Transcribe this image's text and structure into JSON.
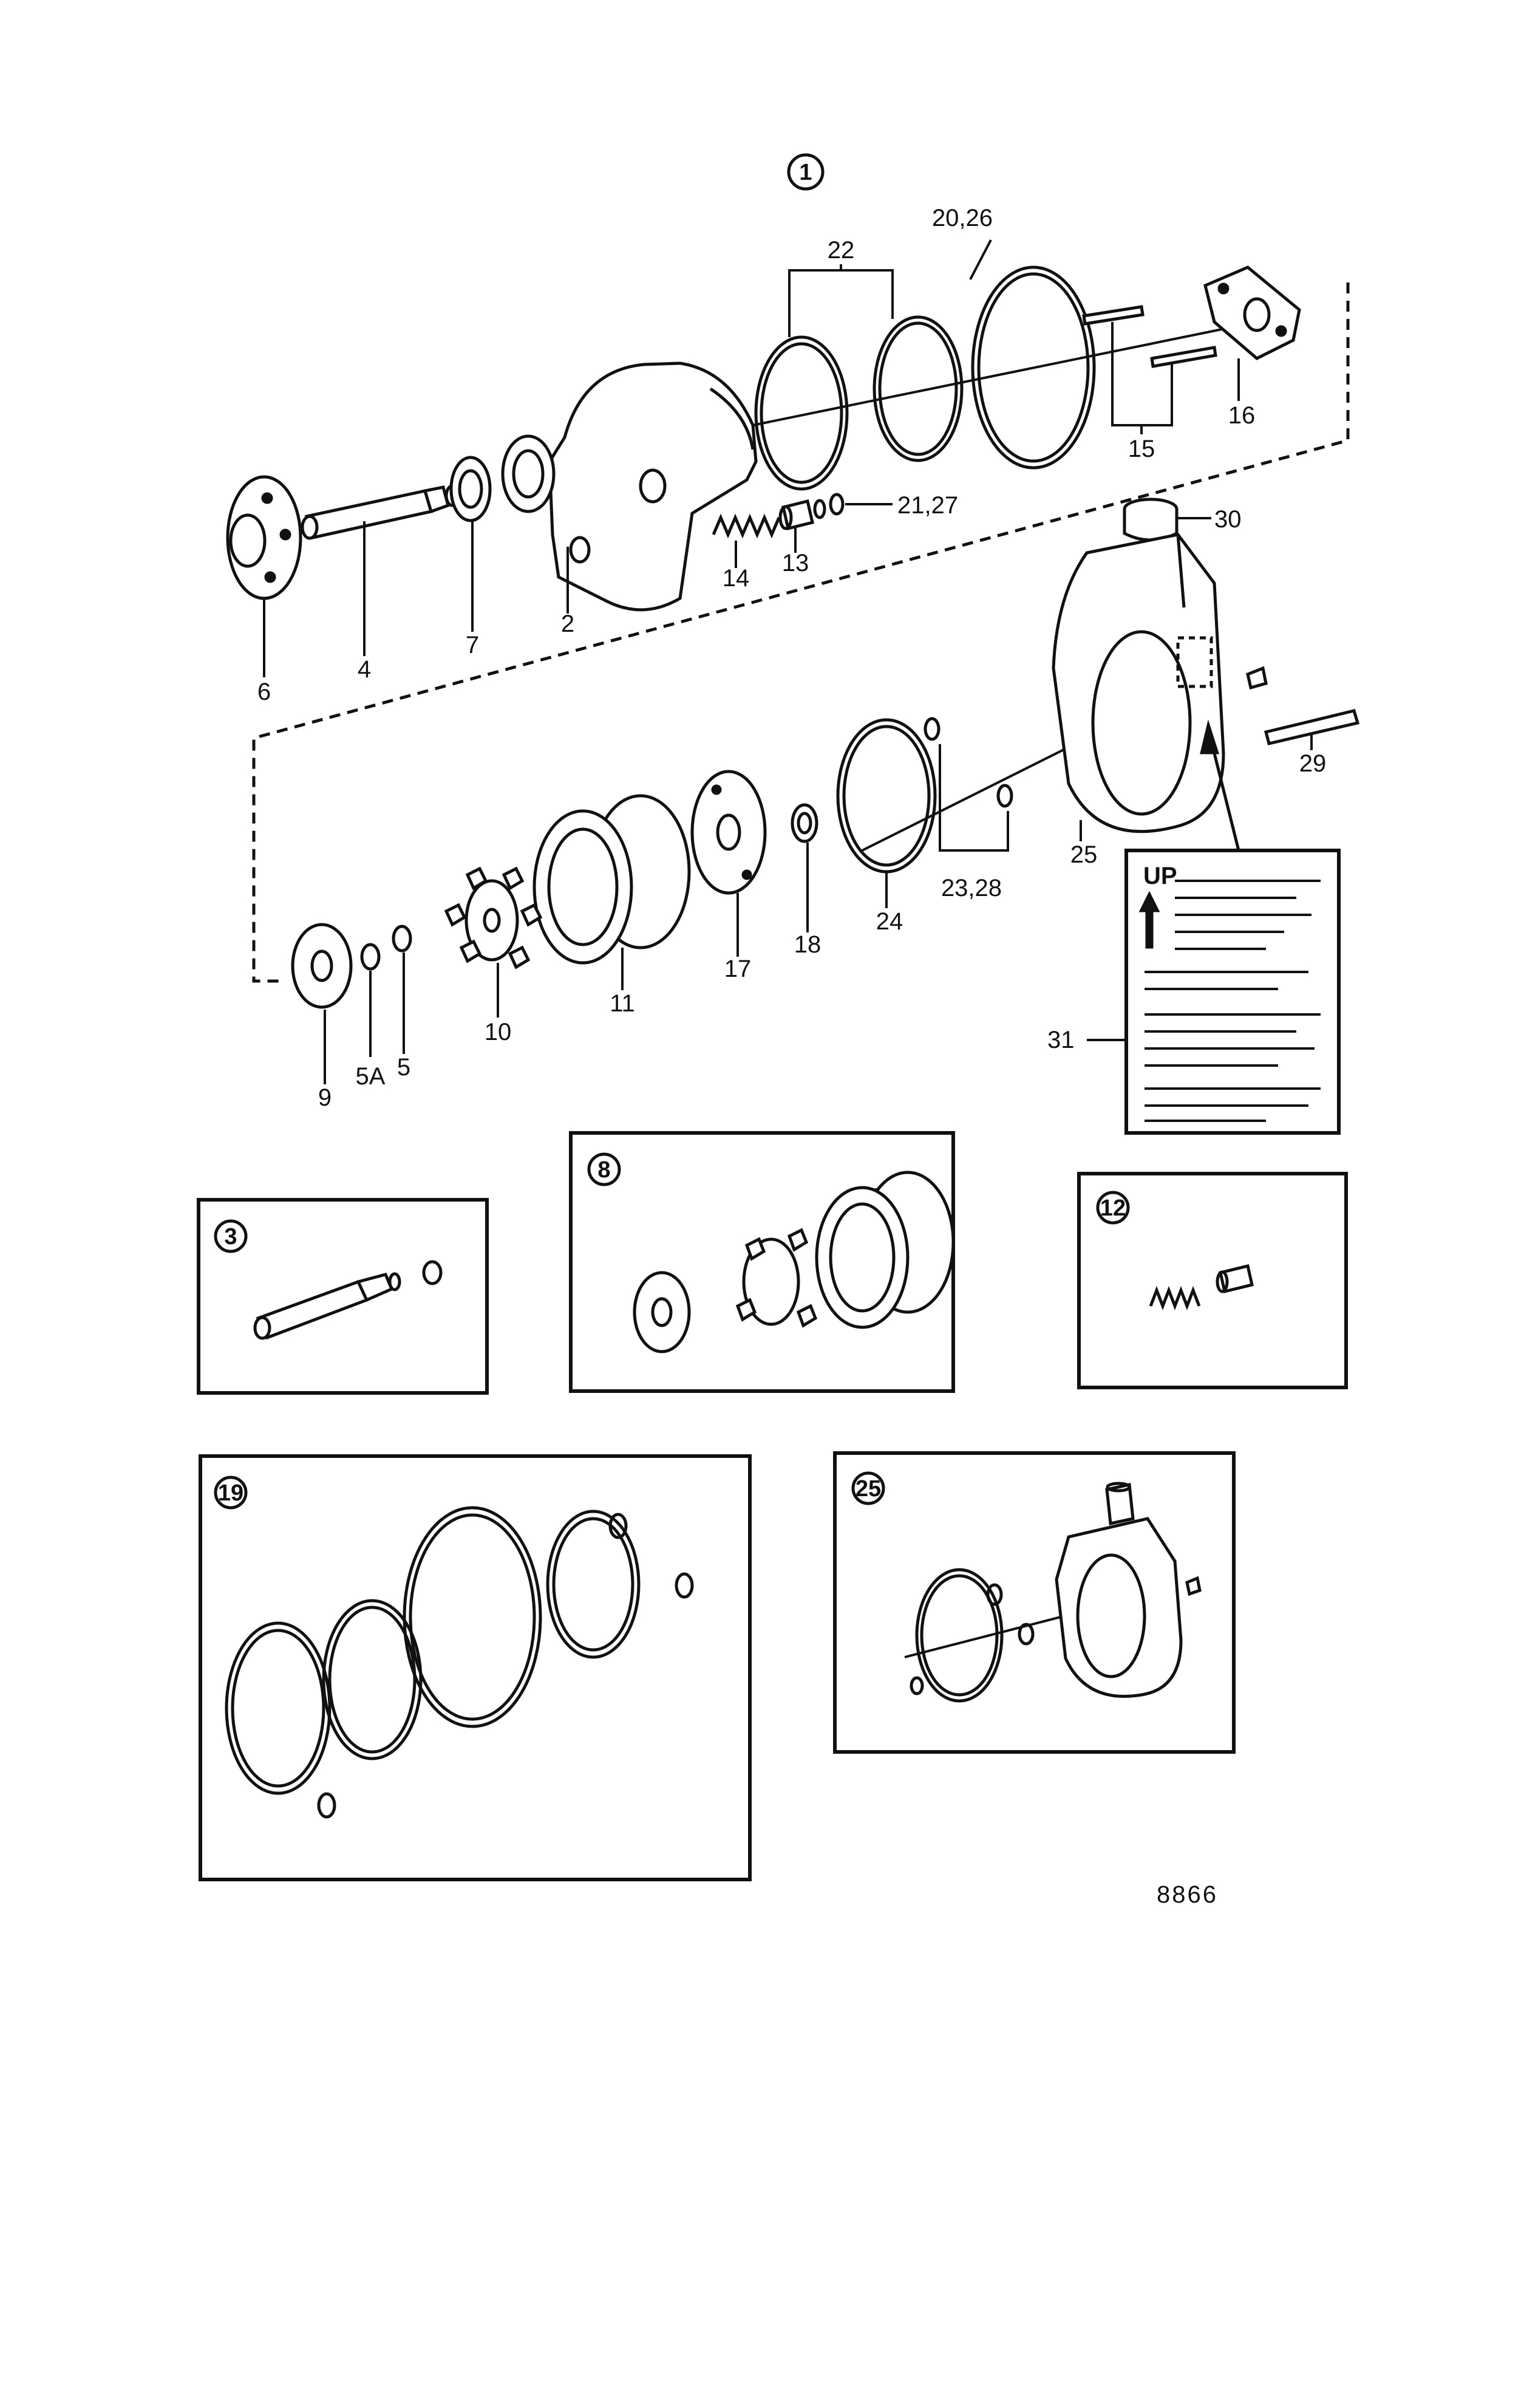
{
  "callouts": {
    "assembly": "1",
    "kit_shaft": "3",
    "kit_impeller": "8",
    "kit_valve": "12",
    "kit_seals": "19",
    "kit_reservoir": "25"
  },
  "labels": {
    "p2": "2",
    "p4": "4",
    "p5": "5",
    "p5a": "5A",
    "p6": "6",
    "p7": "7",
    "p9": "9",
    "p10": "10",
    "p11": "11",
    "p13": "13",
    "p14": "14",
    "p15": "15",
    "p16": "16",
    "p17": "17",
    "p18": "18",
    "p20_26": "20,26",
    "p21_27": "21,27",
    "p22": "22",
    "p23_28": "23,28",
    "p24": "24",
    "p25": "25",
    "p29": "29",
    "p30": "30",
    "p31": "31"
  },
  "decal": {
    "heading": "UP"
  },
  "drawing_number": "8866"
}
